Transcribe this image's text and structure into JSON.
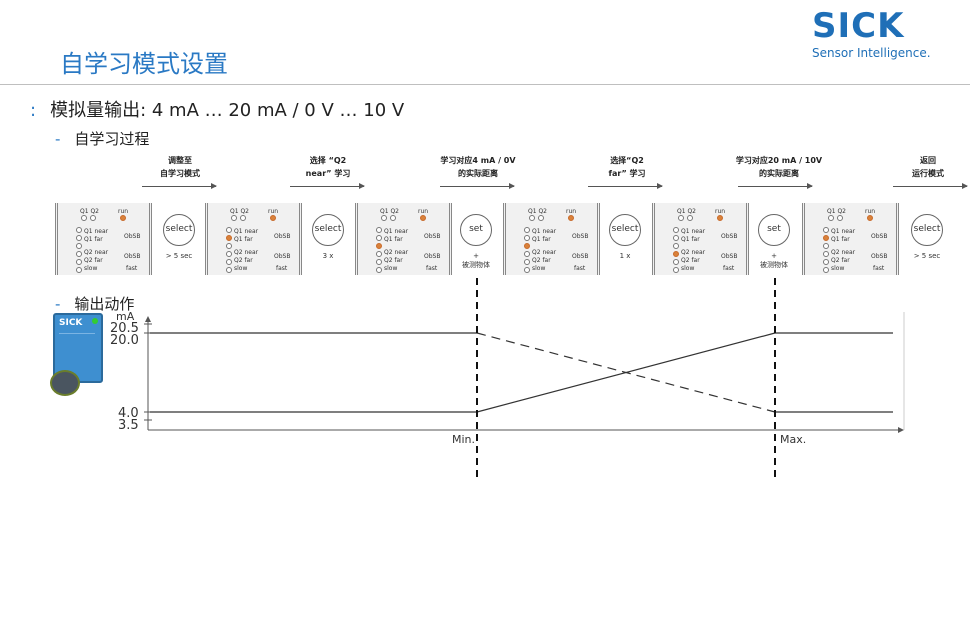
{
  "header": {
    "title": "自学习模式设置",
    "logo_mark": "SICK",
    "logo_tagline": "Sensor Intelligence."
  },
  "bullets": {
    "main_colon": ":",
    "main": "模拟量输出: 4 mA … 20 mA / 0 V … 10 V",
    "dash": "-",
    "teach_process": "自学习过程",
    "output_action": "输出动作"
  },
  "steps": [
    {
      "label": "调整至\n自学习模式"
    },
    {
      "label": "选择 “Q2\nnear” 学习"
    },
    {
      "label": "学习对应4 mA / 0V\n的实际距离"
    },
    {
      "label": "选择“Q2\nfar” 学习"
    },
    {
      "label": "学习对应20 mA / 10V\n的实际距离"
    },
    {
      "label": "返回\n运行模式"
    }
  ],
  "panel_labels": {
    "q1q2": "Q1 Q2",
    "run": "run",
    "q1near": "Q1 near",
    "q1far": "Q1 far",
    "q2near": "Q2 near",
    "q2far": "Q2 far",
    "slow": "slow",
    "fast": "fast",
    "obsb": "ObSB"
  },
  "buttons": [
    {
      "label": "select",
      "sub": "> 5 sec"
    },
    {
      "label": "select",
      "sub": "3 x"
    },
    {
      "label": "set",
      "sub": "+\n被测物体"
    },
    {
      "label": "select",
      "sub": "1 x"
    },
    {
      "label": "set",
      "sub": "+\n被测物体"
    },
    {
      "label": "select",
      "sub": "> 5 sec"
    }
  ],
  "device": {
    "brand": "SICK"
  },
  "chart_data": {
    "type": "line",
    "ylabel": "mA",
    "y_ticks": [
      "20.5",
      "20.0",
      "4.0",
      "3.5"
    ],
    "x_markers": [
      "Min.",
      "Max."
    ],
    "series": [
      {
        "style": "solid",
        "points": [
          [
            "start",
            20.0
          ],
          [
            "Min.",
            20.0
          ],
          [
            "Min.",
            4.0
          ],
          [
            "Max.",
            20.0
          ],
          [
            "Max.",
            20.0
          ],
          [
            "end",
            20.0
          ]
        ]
      },
      {
        "style": "dashed",
        "points": [
          [
            "Min.",
            20.0
          ],
          [
            "Max.",
            4.0
          ]
        ]
      },
      {
        "style": "solid",
        "points": [
          [
            "start",
            4.0
          ],
          [
            "Min.",
            4.0
          ]
        ]
      },
      {
        "style": "solid",
        "points": [
          [
            "Max.",
            4.0
          ],
          [
            "end",
            4.0
          ]
        ]
      }
    ]
  },
  "colors": {
    "accent": "#2a79c4",
    "logo": "#1f6fb7",
    "led_on": "#d9823b"
  }
}
